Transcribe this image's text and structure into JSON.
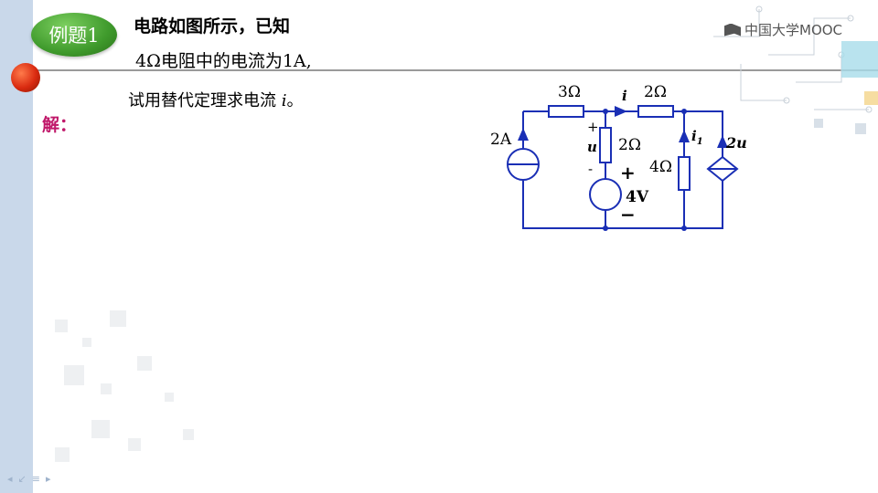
{
  "badge": "例题1",
  "problem": {
    "line1": "电路如图所示，已知",
    "line2": "4Ω电阻中的电流为1A,",
    "line3_prefix": "试用替代定理求电流 ",
    "line3_var": "i",
    "line3_suffix": "。"
  },
  "solution_label": "解：",
  "logo": "中国大学MOOC",
  "circuit": {
    "r_top_left": "3Ω",
    "r_top_right": "2Ω",
    "r_middle": "2Ω",
    "r_right": "4Ω",
    "current_source": "2A",
    "voltage_source": "4V",
    "dependent_source": "2u",
    "current_i": "i",
    "current_i1": "i",
    "current_i1_sub": "1",
    "voltage_u": "u",
    "plus_small": "+",
    "minus_small": "-",
    "plus_bold": "+",
    "minus_bold": "−"
  },
  "colors": {
    "wire": "#1a2fb5",
    "badge_green": "#3f9a2c",
    "solution_magenta": "#c0186a",
    "dot_red": "#d92a10",
    "strip_blue": "#c9d8ea"
  },
  "icons": [
    "mooc-logo-icon",
    "circuit-board-decoration",
    "nav-arrow-icons"
  ]
}
